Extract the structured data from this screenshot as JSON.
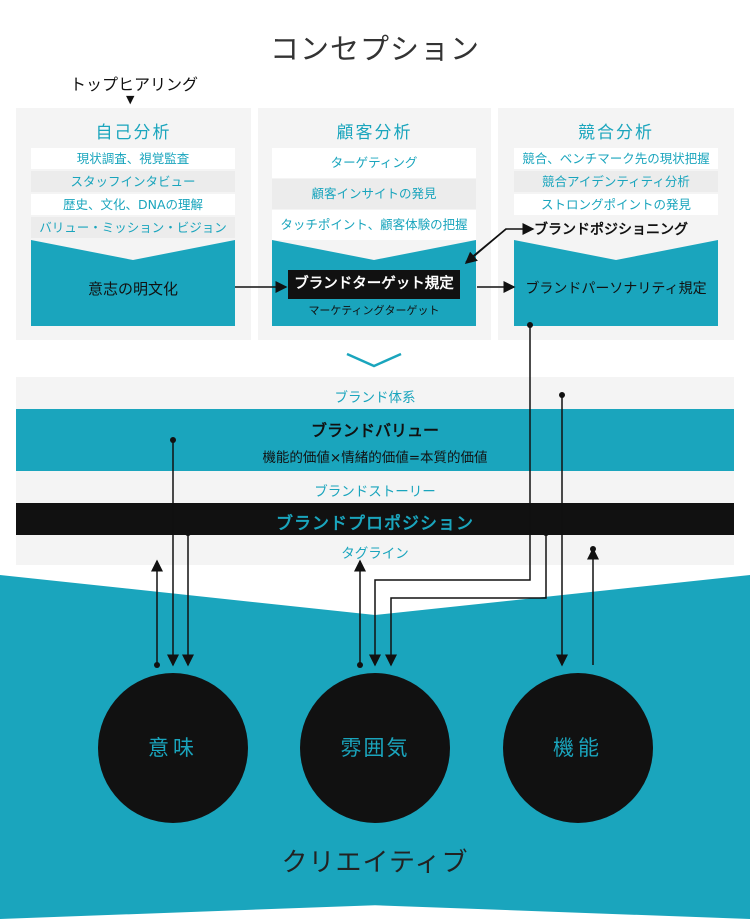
{
  "title": "コンセプション",
  "hearing": "トップヒアリング",
  "hearing_arrow": "▼",
  "panels": [
    {
      "title": "自己分析",
      "items": [
        "現状調査、視覚監査",
        "スタッフインタビュー",
        "歴史、文化、DNAの理解",
        "バリュー・ミッション・ビジョン"
      ],
      "box_label": "意志の明文化"
    },
    {
      "title": "顧客分析",
      "items": [
        "ターゲティング",
        "顧客インサイトの発見",
        "タッチポイント、顧客体験の把握"
      ],
      "box_label": "ブランドターゲット規定",
      "box_sub": "マーケティングターゲット"
    },
    {
      "title": "競合分析",
      "items": [
        "競合、ベンチマーク先の現状把握",
        "競合アイデンティティ分析",
        "ストロングポイントの発見"
      ],
      "positioning": "ブランドポジショニング",
      "box_label": "ブランドパーソナリティ規定"
    }
  ],
  "system": {
    "label": "ブランド体系",
    "value_title": "ブランドバリュー",
    "value_formula": "機能的価値×情緒的価値=本質的価値",
    "story": "ブランドストーリー",
    "proposition": "ブランドプロポジション",
    "tagline": "タグライン"
  },
  "circles": [
    "意味",
    "雰囲気",
    "機能"
  ],
  "creative": "クリエイティブ",
  "colors": {
    "accent": "#1aa5bd",
    "dark": "#111111",
    "panel_bg": "#f4f4f4"
  }
}
